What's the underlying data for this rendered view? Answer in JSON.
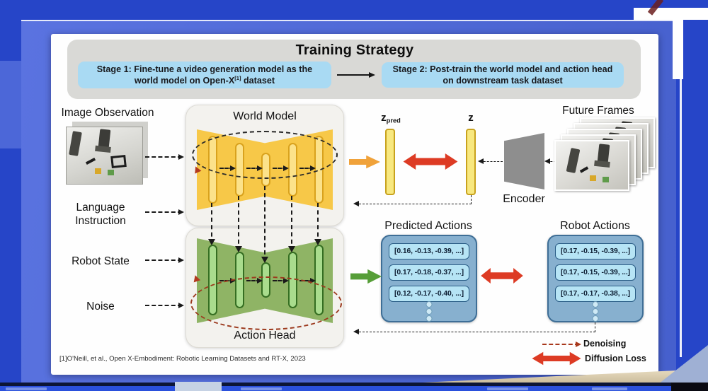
{
  "slide": {
    "title": "Training Strategy",
    "stage1_pre": "Stage 1: Fine-tune a video generation model as the world model on Open-X",
    "stage1_sup": "[1]",
    "stage1_post": " dataset",
    "stage2": "Stage 2: Post-train the world model and action head on downstream task dataset",
    "footnote": "[1]O'Neill, et al., Open X-Embodiment: Robotic Learning Datasets and RT-X, 2023"
  },
  "inputs": {
    "image_observation": "Image Observation",
    "language_instruction": "Language Instruction",
    "robot_state": "Robot State",
    "noise": "Noise"
  },
  "modules": {
    "world_model": "World Model",
    "action_head": "Action Head",
    "encoder": "Encoder",
    "future_frames": "Future Frames"
  },
  "latent": {
    "z_pred_main": "z",
    "z_pred_sub": "pred",
    "z_label": "z"
  },
  "predicted_actions": {
    "title": "Predicted Actions",
    "rows": [
      "[0.16, -0.13, -0.39, ...]",
      "[0.17, -0.18, -0.37, ...]",
      "[0.12, -0.17, -0.40, ...]"
    ]
  },
  "robot_actions": {
    "title": "Robot Actions",
    "rows": [
      "[0.17, -0.15, -0.39, ...]",
      "[0.17, -0.15, -0.39, ...]",
      "[0.17, -0.17, -0.38, ...]"
    ]
  },
  "legend": {
    "denoising": "Denoising",
    "diffusion_loss": "Diffusion Loss"
  },
  "colors": {
    "background": "#2645c8",
    "stage_box": "#a9daf3",
    "world_model_fill": "#f7c848",
    "world_model_bar": "#fce28a",
    "action_head_fill": "#8fb465",
    "action_head_bar": "#a9dc8d",
    "action_box": "#87b0cf",
    "action_row": "#b6e4f5",
    "diffusion_loss_arrow": "#dd3b24",
    "world_pred_arrow": "#f0a23a",
    "action_pred_arrow": "#569e38"
  }
}
